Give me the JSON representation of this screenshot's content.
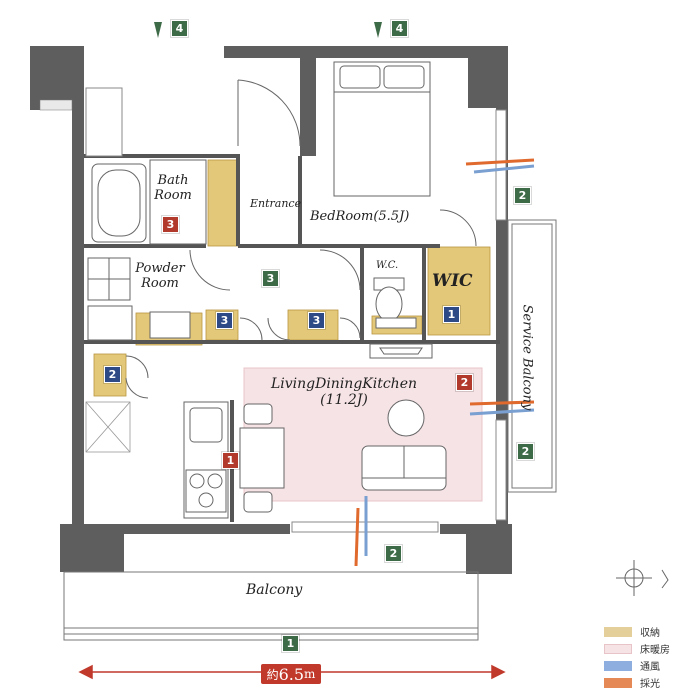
{
  "colors": {
    "wall": "#5a5a5a",
    "storage": "#e4c87a",
    "floor_heating": "#f6e3e6",
    "ventilation": "#7a9fd1",
    "daylight": "#e06a2e",
    "badge_green": "#3d6b47",
    "badge_blue": "#2d4a86",
    "badge_red": "#b23a2c"
  },
  "rooms": {
    "bath": "Bath\nRoom",
    "powder": "Powder\nRoom",
    "entrance": "Entrance",
    "bedroom": "BedRoom(5.5J)",
    "wc": "W.C.",
    "wic": "WIC",
    "ldk": "LivingDiningKitchen\n(11.2J)",
    "service_balcony": "Service Balcony",
    "balcony": "Balcony"
  },
  "badges": [
    {
      "id": "4",
      "color": "green"
    },
    {
      "id": "4",
      "color": "green"
    },
    {
      "id": "2",
      "color": "green"
    },
    {
      "id": "3",
      "color": "red"
    },
    {
      "id": "3",
      "color": "green"
    },
    {
      "id": "1",
      "color": "blue"
    },
    {
      "id": "3",
      "color": "blue"
    },
    {
      "id": "3",
      "color": "blue"
    },
    {
      "id": "2",
      "color": "blue"
    },
    {
      "id": "2",
      "color": "red"
    },
    {
      "id": "2",
      "color": "green"
    },
    {
      "id": "1",
      "color": "red"
    },
    {
      "id": "2",
      "color": "green"
    },
    {
      "id": "1",
      "color": "green"
    }
  ],
  "legend": [
    {
      "label": "収納",
      "color": "#e4cf9b"
    },
    {
      "label": "床暖房",
      "color": "#f6e3e6"
    },
    {
      "label": "通風",
      "color": "#8eaee0"
    },
    {
      "label": "採光",
      "color": "#e58a57"
    }
  ],
  "dimension": {
    "prefix": "約",
    "value": "6.5",
    "unit": "m"
  }
}
